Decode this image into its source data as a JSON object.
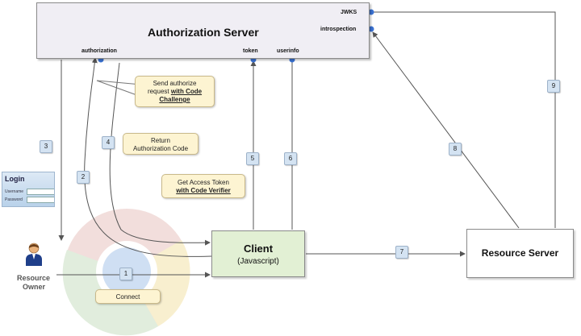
{
  "title": "Authorization Server",
  "auth_server": {
    "title": "Authorization Server",
    "ports": {
      "authorization": "authorization",
      "token": "token",
      "userinfo": "userinfo",
      "jwks": "JWKS",
      "introspection": "introspection"
    }
  },
  "client": {
    "title": "Client",
    "subtitle": "(Javascript)"
  },
  "resource_server": {
    "title": "Resource Server"
  },
  "resource_owner": {
    "line1": "Resource",
    "line2": "Owner"
  },
  "login_widget": {
    "title": "Login",
    "username": "Username",
    "password": "Password"
  },
  "callouts": {
    "authorize": {
      "line1": "Send authorize",
      "line2": "request ",
      "bold1": "with Code",
      "bold2": "Challenge"
    },
    "return_code": {
      "line1": "Return",
      "line2": "Authorization Code"
    },
    "access_token": {
      "line1": "Get Access Token",
      "bold": "with Code Verifier"
    },
    "connect": {
      "text": "Connect"
    }
  },
  "steps": [
    "1",
    "2",
    "3",
    "4",
    "5",
    "6",
    "7",
    "8",
    "9"
  ],
  "colors": {
    "auth_server_fill": "#f0eef4",
    "client_fill": "#e2f0d4",
    "callout_fill": "#fdf4d2",
    "step_fill": "#d4e3f2",
    "port_dot": "#3b73d4",
    "line": "#555555"
  }
}
